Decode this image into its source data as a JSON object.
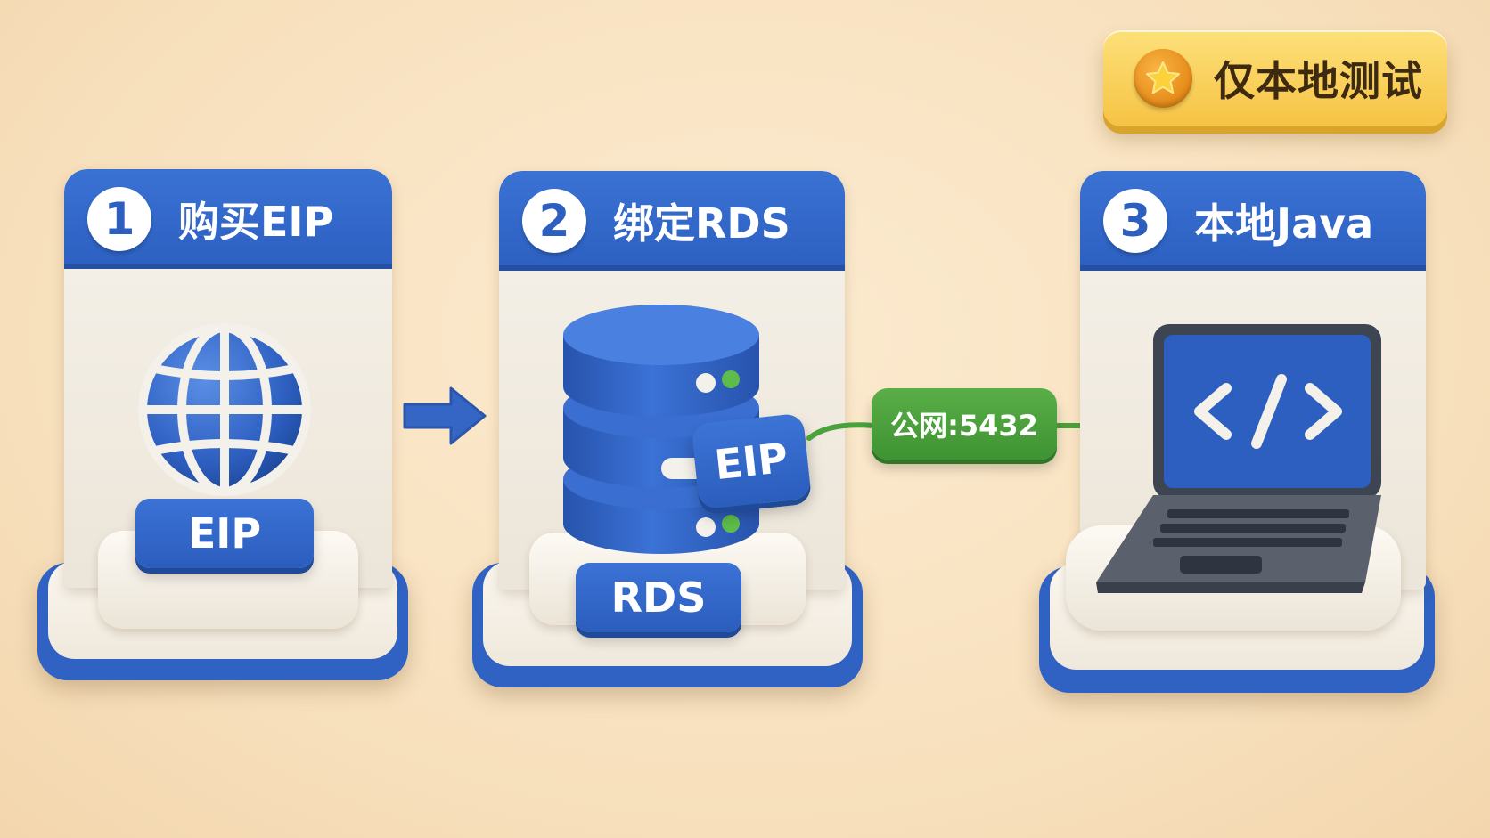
{
  "badge": {
    "icon": "star-icon",
    "label": "仅本地测试"
  },
  "steps": [
    {
      "number": "1",
      "title": "购买EIP",
      "icon": "globe-icon",
      "chip": "EIP"
    },
    {
      "number": "2",
      "title": "绑定RDS",
      "icon": "database-icon",
      "chip": "RDS",
      "tag": "EIP"
    },
    {
      "number": "3",
      "title": "本地Java",
      "icon": "laptop-code-icon"
    }
  ],
  "connection": {
    "label": "公网:5432"
  },
  "colors": {
    "blue": "#2f62c2",
    "green": "#3e9332",
    "gold": "#f6c344",
    "background": "#f7dfbb"
  }
}
